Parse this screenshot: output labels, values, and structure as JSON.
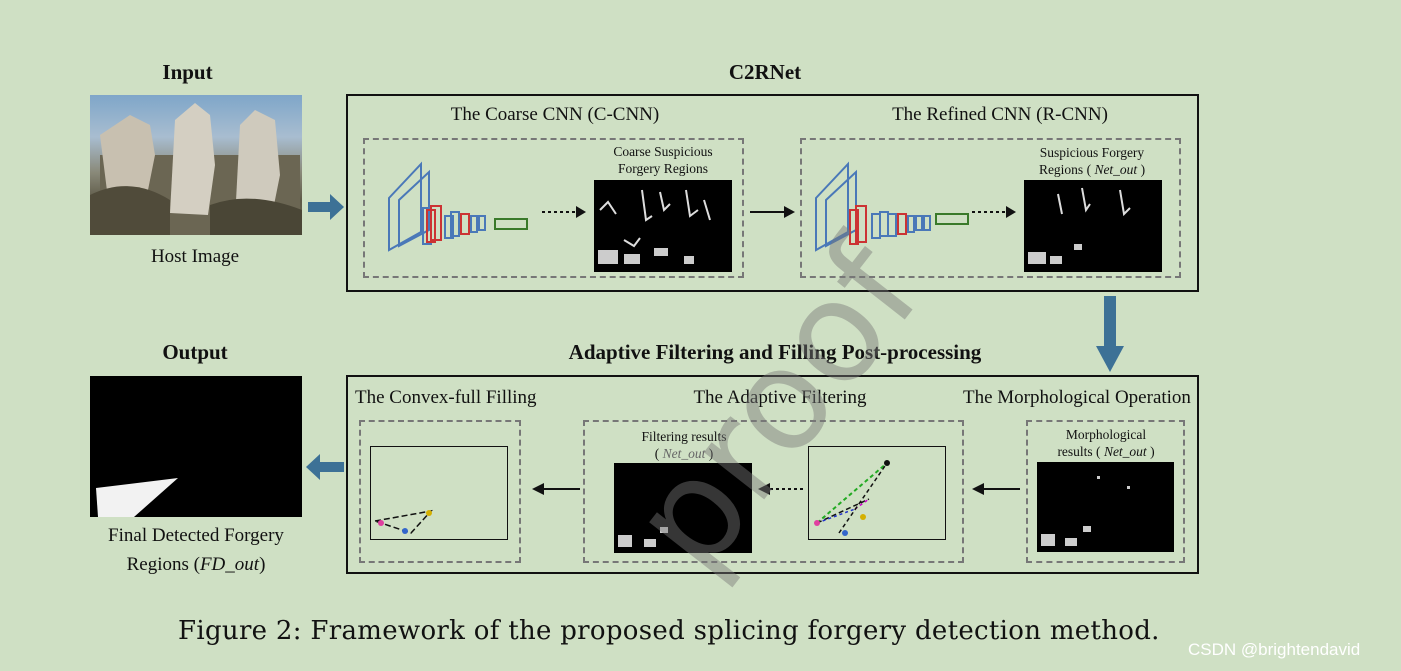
{
  "input": {
    "heading": "Input",
    "label": "Host Image"
  },
  "c2rnet": {
    "heading": "C2RNet",
    "ccnn_title": "The Coarse CNN (C-CNN)",
    "ccnn_result_line1": "Coarse Suspicious",
    "ccnn_result_line2": "Forgery Regions",
    "rcnn_title": "The Refined CNN (R-CNN)",
    "rcnn_result_line1": "Suspicious Forgery",
    "rcnn_result_line2_prefix": "Regions ( ",
    "rcnn_result_line2_italic": "Net_out",
    "rcnn_result_line2_suffix": " )"
  },
  "postprocess": {
    "heading": "Adaptive Filtering and Filling Post-processing",
    "convex_title": "The Convex-full Filling",
    "adaptive_title": "The Adaptive Filtering",
    "filtering_line1": "Filtering results",
    "filtering_line2_prefix": "( ",
    "filtering_line2_italic": "Net_out",
    "filtering_line2_suffix": " )",
    "morph_title": "The Morphological Operation",
    "morph_line1": "Morphological",
    "morph_line2_prefix": "results ( ",
    "morph_line2_italic": "Net_out",
    "morph_line2_suffix": " )"
  },
  "output": {
    "heading": "Output",
    "label_line1": "Final Detected Forgery",
    "label_line2_prefix": "Regions (",
    "label_line2_italic": "FD_out",
    "label_line2_suffix": ")"
  },
  "caption": "Figure 2:  Framework of the proposed splicing forgery detection method.",
  "watermark": "CSDN @brightendavid",
  "overlay_text": "proof",
  "colors": {
    "background": "#cfe0c4",
    "flow_arrow": "#3d7196",
    "conv_blue": "#4a78b8",
    "conv_red": "#cc3333",
    "fc_green": "#3a7a2a",
    "dash_border": "#777777"
  }
}
